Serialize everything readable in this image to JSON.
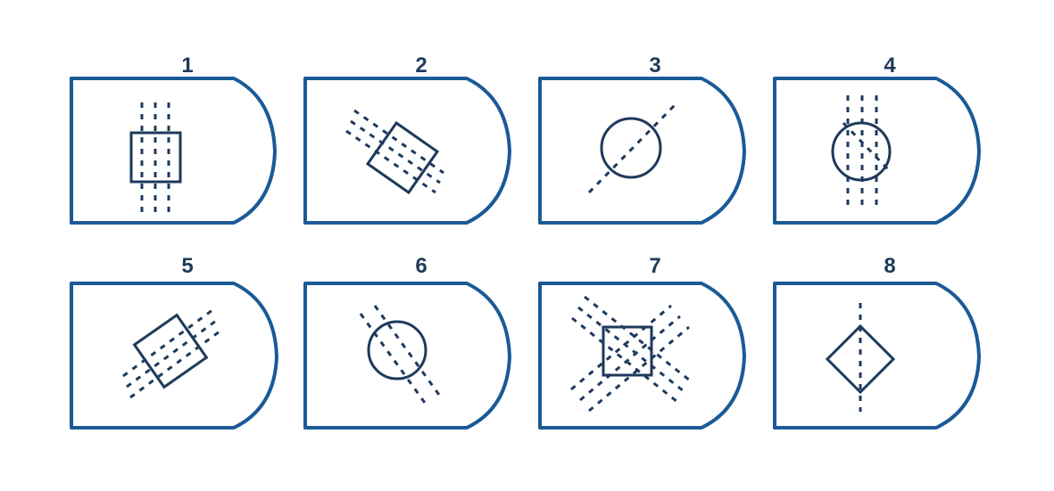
{
  "colors": {
    "outline": "#1a5a96",
    "ink": "#1e3a5c",
    "label": "#1f3b5a",
    "background": "#ffffff"
  },
  "panels": [
    {
      "label": "1"
    },
    {
      "label": "2"
    },
    {
      "label": "3"
    },
    {
      "label": "4"
    },
    {
      "label": "5"
    },
    {
      "label": "6"
    },
    {
      "label": "7"
    },
    {
      "label": "8"
    }
  ]
}
